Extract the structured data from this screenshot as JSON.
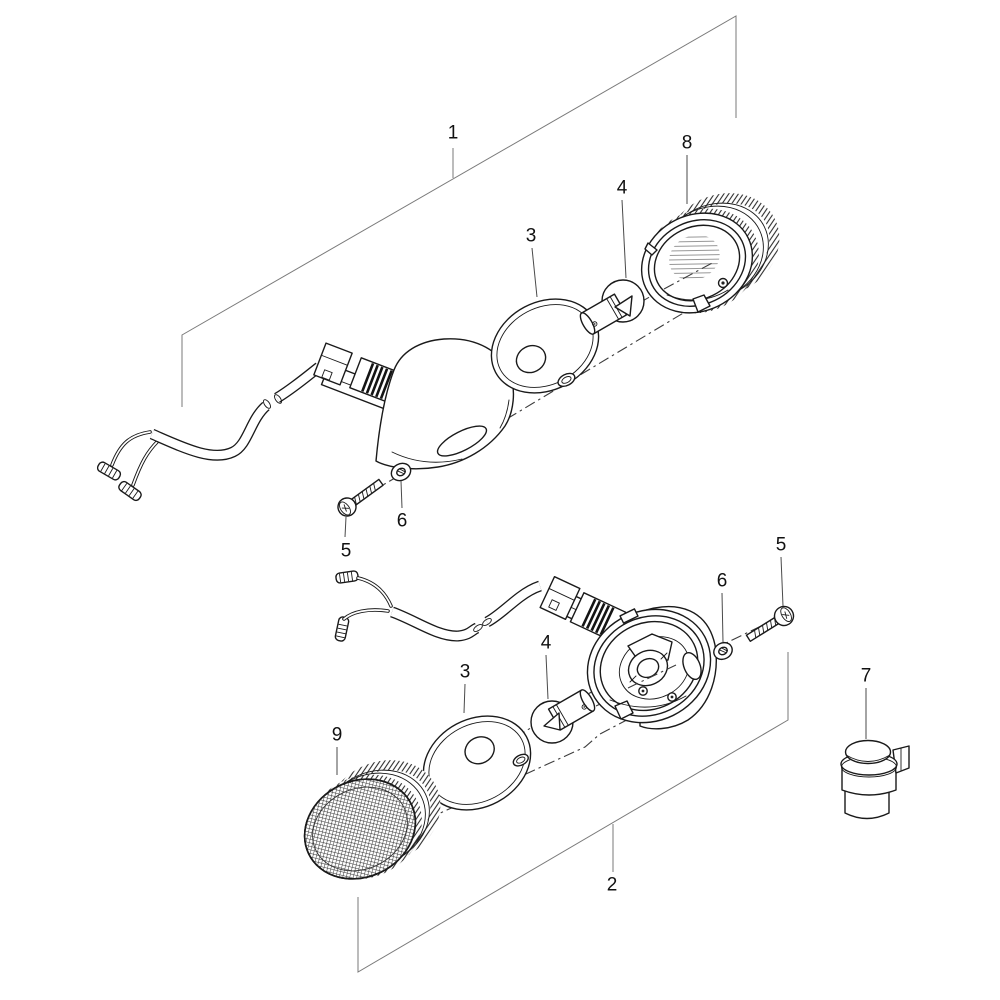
{
  "figure": {
    "type": "exploded-parts-diagram",
    "background": "#ffffff",
    "ink": "#1a1a1a",
    "bracket_color": "#7a7a7a"
  },
  "callouts": [
    {
      "label": "1",
      "name": "front-turn-signal-assembly"
    },
    {
      "label": "8",
      "name": "lens-rim"
    },
    {
      "label": "4",
      "name": "bulb-front"
    },
    {
      "label": "3",
      "name": "gasket-front"
    },
    {
      "label": "6",
      "name": "washer-front"
    },
    {
      "label": "5",
      "name": "screw-front"
    },
    {
      "label": "2",
      "name": "rear-turn-signal-assembly"
    },
    {
      "label": "5",
      "name": "screw-rear"
    },
    {
      "label": "6",
      "name": "washer-rear"
    },
    {
      "label": "4",
      "name": "bulb-rear"
    },
    {
      "label": "3",
      "name": "gasket-rear"
    },
    {
      "label": "7",
      "name": "flasher-relay"
    },
    {
      "label": "9",
      "name": "lens"
    }
  ]
}
